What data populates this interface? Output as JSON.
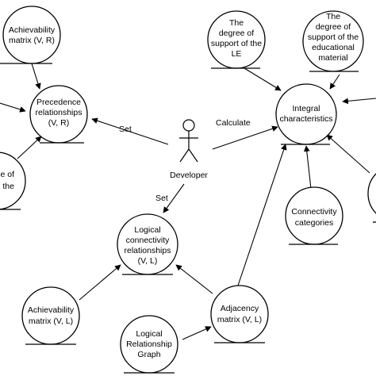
{
  "nodes": [
    {
      "id": "achievability-vr",
      "lines": [
        "Achievability",
        "matrix (V, R)"
      ]
    },
    {
      "id": "precedence",
      "lines": [
        "Precedence",
        "relationships",
        "(V, R)"
      ]
    },
    {
      "id": "left-partial",
      "lines": [
        "e of",
        "the"
      ]
    },
    {
      "id": "degree-le",
      "lines": [
        "The",
        "degree of",
        "support of the",
        "LE"
      ]
    },
    {
      "id": "degree-material",
      "lines": [
        "The",
        "degree of",
        "support of the",
        "educational",
        "material"
      ]
    },
    {
      "id": "integral",
      "lines": [
        "Integral",
        "characteristics"
      ]
    },
    {
      "id": "connectivity",
      "lines": [
        "Connectivity",
        "categories"
      ]
    },
    {
      "id": "logical-conn",
      "lines": [
        "Logical",
        "connectivity",
        "relationships",
        "(V, L)"
      ]
    },
    {
      "id": "achievability-vl",
      "lines": [
        "Achievability",
        "matrix (V, L)"
      ]
    },
    {
      "id": "adjacency",
      "lines": [
        "Adjacency",
        "matrix (V, L)"
      ]
    },
    {
      "id": "logical-graph",
      "lines": [
        "Logical",
        "Relationship",
        "Graph"
      ]
    },
    {
      "id": "right-partial",
      "lines": []
    }
  ],
  "actor": {
    "label": "Developer"
  },
  "edge_labels": {
    "set_precedence": "Set",
    "calculate": "Calculate",
    "set_logical": "Set"
  }
}
